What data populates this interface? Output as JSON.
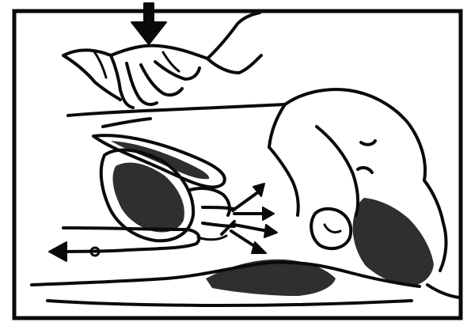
{
  "figure": {
    "background_color": "#ffffff",
    "ink_color": "#0a0a0a",
    "elements": [
      "compression-arrow",
      "compressing-hand",
      "sternum",
      "heart",
      "lungs",
      "patient-head",
      "patient-ear",
      "patient-hair",
      "spine-shoulder",
      "blood-flow-arrow",
      "air-flow-arrows"
    ]
  }
}
